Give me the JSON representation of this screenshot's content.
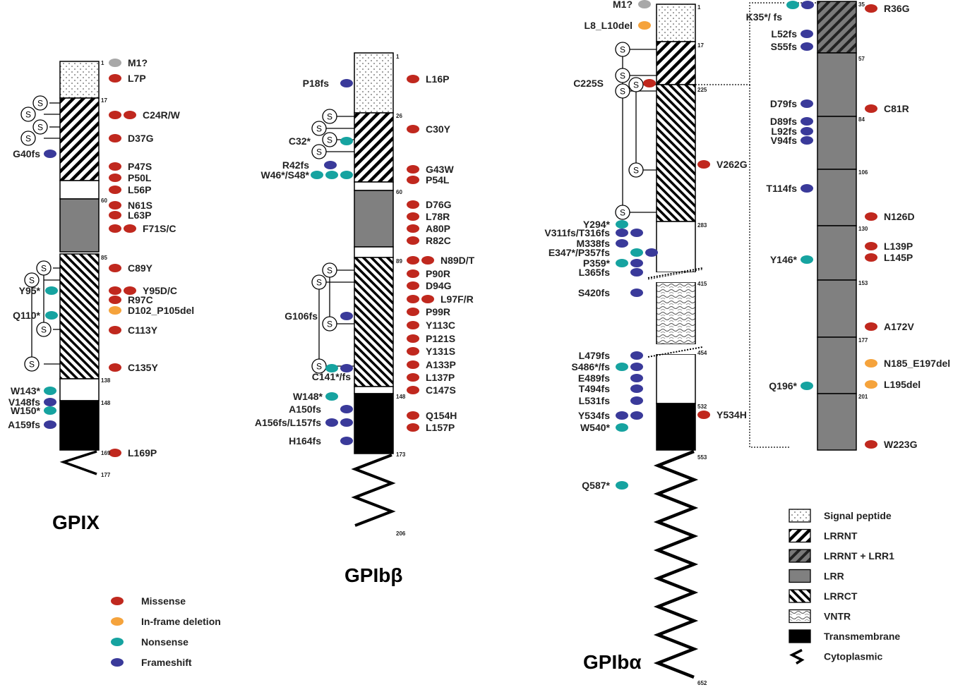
{
  "colors": {
    "missense": "#c0281e",
    "inframe_deletion": "#f5a33c",
    "nonsense": "#16a3a0",
    "frameshift": "#3a3a9a",
    "unknown": "#a8a8a8",
    "lrr": "#808080",
    "tm": "#000000"
  },
  "icons": [
    "disulfide-s-circle",
    "ellipse-marker",
    "zigzag-cytoplasmic"
  ],
  "proteins": [
    {
      "id": "gpix",
      "title": "GPIX",
      "positions": [
        "1",
        "17",
        "60",
        "85",
        "138",
        "148",
        "169",
        "177"
      ],
      "mutations_right": [
        {
          "text": "M1?",
          "markers": [
            "unknown"
          ]
        },
        {
          "text": "L7P",
          "markers": [
            "missense"
          ]
        },
        {
          "text": "C24R/W",
          "markers": [
            "missense",
            "missense"
          ]
        },
        {
          "text": "D37G",
          "markers": [
            "missense"
          ]
        },
        {
          "text": "P47S",
          "markers": [
            "missense"
          ]
        },
        {
          "text": "P50L",
          "markers": [
            "missense"
          ]
        },
        {
          "text": "L56P",
          "markers": [
            "missense"
          ]
        },
        {
          "text": "N61S",
          "markers": [
            "missense"
          ]
        },
        {
          "text": "L63P",
          "markers": [
            "missense"
          ]
        },
        {
          "text": "F71S/C",
          "markers": [
            "missense",
            "missense"
          ]
        },
        {
          "text": "C89Y",
          "markers": [
            "missense"
          ]
        },
        {
          "text": "Y95D/C",
          "markers": [
            "missense",
            "missense"
          ]
        },
        {
          "text": "R97C",
          "markers": [
            "missense"
          ]
        },
        {
          "text": "D102_P105del",
          "markers": [
            "inframe_deletion"
          ]
        },
        {
          "text": "C113Y",
          "markers": [
            "missense"
          ]
        },
        {
          "text": "C135Y",
          "markers": [
            "missense"
          ]
        },
        {
          "text": "L169P",
          "markers": [
            "missense"
          ]
        }
      ],
      "mutations_left": [
        {
          "text": "G40fs",
          "markers": [
            "frameshift"
          ]
        },
        {
          "text": "Y95*",
          "markers": [
            "nonsense"
          ]
        },
        {
          "text": "Q110*",
          "markers": [
            "nonsense"
          ]
        },
        {
          "text": "W143*",
          "markers": [
            "nonsense"
          ]
        },
        {
          "text": "V148fs",
          "markers": [
            "frameshift"
          ]
        },
        {
          "text": "W150*",
          "markers": [
            "nonsense"
          ]
        },
        {
          "text": "A159fs",
          "markers": [
            "frameshift"
          ]
        }
      ]
    },
    {
      "id": "gpibb",
      "title": "GPIbβ",
      "positions": [
        "1",
        "26",
        "60",
        "89",
        "148",
        "173",
        "206"
      ],
      "mutations_right": [
        {
          "text": "L16P",
          "markers": [
            "missense"
          ]
        },
        {
          "text": "C30Y",
          "markers": [
            "missense"
          ]
        },
        {
          "text": "G43W",
          "markers": [
            "missense"
          ]
        },
        {
          "text": "P54L",
          "markers": [
            "missense"
          ]
        },
        {
          "text": "D76G",
          "markers": [
            "missense"
          ]
        },
        {
          "text": "L78R",
          "markers": [
            "missense"
          ]
        },
        {
          "text": "A80P",
          "markers": [
            "missense"
          ]
        },
        {
          "text": "R82C",
          "markers": [
            "missense"
          ]
        },
        {
          "text": "N89D/T",
          "markers": [
            "missense",
            "missense"
          ]
        },
        {
          "text": "P90R",
          "markers": [
            "missense"
          ]
        },
        {
          "text": "D94G",
          "markers": [
            "missense"
          ]
        },
        {
          "text": "L97F/R",
          "markers": [
            "missense",
            "missense"
          ]
        },
        {
          "text": "P99R",
          "markers": [
            "missense"
          ]
        },
        {
          "text": "Y113C",
          "markers": [
            "missense"
          ]
        },
        {
          "text": "P121S",
          "markers": [
            "missense"
          ]
        },
        {
          "text": "Y131S",
          "markers": [
            "missense"
          ]
        },
        {
          "text": "A133P",
          "markers": [
            "missense"
          ]
        },
        {
          "text": "L137P",
          "markers": [
            "missense"
          ]
        },
        {
          "text": "C147S",
          "markers": [
            "missense"
          ]
        },
        {
          "text": "Q154H",
          "markers": [
            "missense"
          ]
        },
        {
          "text": "L157P",
          "markers": [
            "missense"
          ]
        }
      ],
      "mutations_left": [
        {
          "text": "P18fs",
          "markers": [
            "frameshift"
          ]
        },
        {
          "text": "C32*",
          "markers": [
            "nonsense"
          ]
        },
        {
          "text": "R42fs",
          "markers": [
            "frameshift"
          ]
        },
        {
          "text": "W46*/S48*",
          "markers": [
            "nonsense",
            "nonsense",
            "nonsense"
          ]
        },
        {
          "text": "G106fs",
          "markers": [
            "frameshift"
          ]
        },
        {
          "text": "C141*/fs",
          "markers": [
            "nonsense",
            "frameshift"
          ]
        },
        {
          "text": "W148*",
          "markers": [
            "nonsense"
          ]
        },
        {
          "text": "A150fs",
          "markers": [
            "frameshift"
          ]
        },
        {
          "text": "A156fs/L157fs",
          "markers": [
            "frameshift",
            "frameshift"
          ]
        },
        {
          "text": "H164fs",
          "markers": [
            "frameshift"
          ]
        }
      ]
    },
    {
      "id": "gpiba",
      "title": "GPIbα",
      "positions": [
        "1",
        "17",
        "225",
        "283",
        "415",
        "454",
        "532",
        "553",
        "652"
      ],
      "mutations_right": [
        {
          "text": "V262G",
          "markers": [
            "missense"
          ]
        },
        {
          "text": "Y534H",
          "markers": [
            "missense"
          ]
        }
      ],
      "mutations_left": [
        {
          "text": "M1?",
          "markers": [
            "unknown"
          ]
        },
        {
          "text": "L8_L10del",
          "markers": [
            "inframe_deletion"
          ]
        },
        {
          "text": "C225S",
          "markers": [
            "missense"
          ]
        },
        {
          "text": "Y294*",
          "markers": [
            "nonsense"
          ]
        },
        {
          "text": "V311fs/T316fs",
          "markers": [
            "frameshift",
            "frameshift"
          ]
        },
        {
          "text": "M338fs",
          "markers": [
            "frameshift"
          ]
        },
        {
          "text": "E347*/P357fs",
          "markers": [
            "nonsense",
            "frameshift"
          ]
        },
        {
          "text": "P359*",
          "markers": [
            "nonsense",
            "frameshift"
          ]
        },
        {
          "text": "L365fs",
          "markers": [
            "frameshift"
          ]
        },
        {
          "text": "S420fs",
          "markers": [
            "frameshift"
          ]
        },
        {
          "text": "L479fs",
          "markers": [
            "frameshift"
          ]
        },
        {
          "text": "S486*/fs",
          "markers": [
            "nonsense",
            "frameshift"
          ]
        },
        {
          "text": "E489fs",
          "markers": [
            "frameshift"
          ]
        },
        {
          "text": "T494fs",
          "markers": [
            "frameshift"
          ]
        },
        {
          "text": "L531fs",
          "markers": [
            "frameshift"
          ]
        },
        {
          "text": "Y534fs",
          "markers": [
            "frameshift",
            "frameshift"
          ]
        },
        {
          "text": "W540*",
          "markers": [
            "nonsense"
          ]
        },
        {
          "text": "Q587*",
          "markers": [
            "nonsense"
          ]
        }
      ],
      "inset": {
        "positions": [
          "35",
          "57",
          "84",
          "106",
          "130",
          "153",
          "177",
          "201"
        ],
        "mutations_right": [
          {
            "text": "R36G",
            "markers": [
              "missense"
            ]
          },
          {
            "text": "C81R",
            "markers": [
              "missense"
            ]
          },
          {
            "text": "N126D",
            "markers": [
              "missense"
            ]
          },
          {
            "text": "L139P",
            "markers": [
              "missense"
            ]
          },
          {
            "text": "L145P",
            "markers": [
              "missense"
            ]
          },
          {
            "text": "A172V",
            "markers": [
              "missense"
            ]
          },
          {
            "text": "N185_E197del",
            "markers": [
              "inframe_deletion"
            ]
          },
          {
            "text": "L195del",
            "markers": [
              "inframe_deletion"
            ]
          },
          {
            "text": "W223G",
            "markers": [
              "missense"
            ]
          }
        ],
        "mutations_left": [
          {
            "text": "K35*/ fs",
            "markers": [
              "nonsense",
              "frameshift"
            ]
          },
          {
            "text": "L52fs",
            "markers": [
              "frameshift"
            ]
          },
          {
            "text": "S55fs",
            "markers": [
              "frameshift"
            ]
          },
          {
            "text": "D79fs",
            "markers": [
              "frameshift"
            ]
          },
          {
            "text": "D89fs",
            "markers": [
              "frameshift"
            ]
          },
          {
            "text": "L92fs",
            "markers": [
              "frameshift"
            ]
          },
          {
            "text": "V94fs",
            "markers": [
              "frameshift"
            ]
          },
          {
            "text": "T114fs",
            "markers": [
              "frameshift"
            ]
          },
          {
            "text": "Y146*",
            "markers": [
              "nonsense"
            ]
          },
          {
            "text": "Q196*",
            "markers": [
              "nonsense"
            ]
          }
        ]
      }
    }
  ],
  "disulfide_label": "S",
  "mutation_legend": [
    {
      "label": "Missense",
      "type": "missense"
    },
    {
      "label": "In-frame deletion",
      "type": "inframe_deletion"
    },
    {
      "label": "Nonsense",
      "type": "nonsense"
    },
    {
      "label": "Frameshift",
      "type": "frameshift"
    }
  ],
  "domain_legend": [
    {
      "label": "Signal peptide",
      "pattern": "dots"
    },
    {
      "label": "LRRNT",
      "pattern": "diag"
    },
    {
      "label": "LRRNT + LRR1",
      "pattern": "diaggray"
    },
    {
      "label": "LRR",
      "pattern": "gray"
    },
    {
      "label": "LRRCT",
      "pattern": "anti"
    },
    {
      "label": "VNTR",
      "pattern": "wave"
    },
    {
      "label": "Transmembrane",
      "pattern": "black"
    },
    {
      "label": "Cytoplasmic",
      "pattern": "zig"
    }
  ]
}
